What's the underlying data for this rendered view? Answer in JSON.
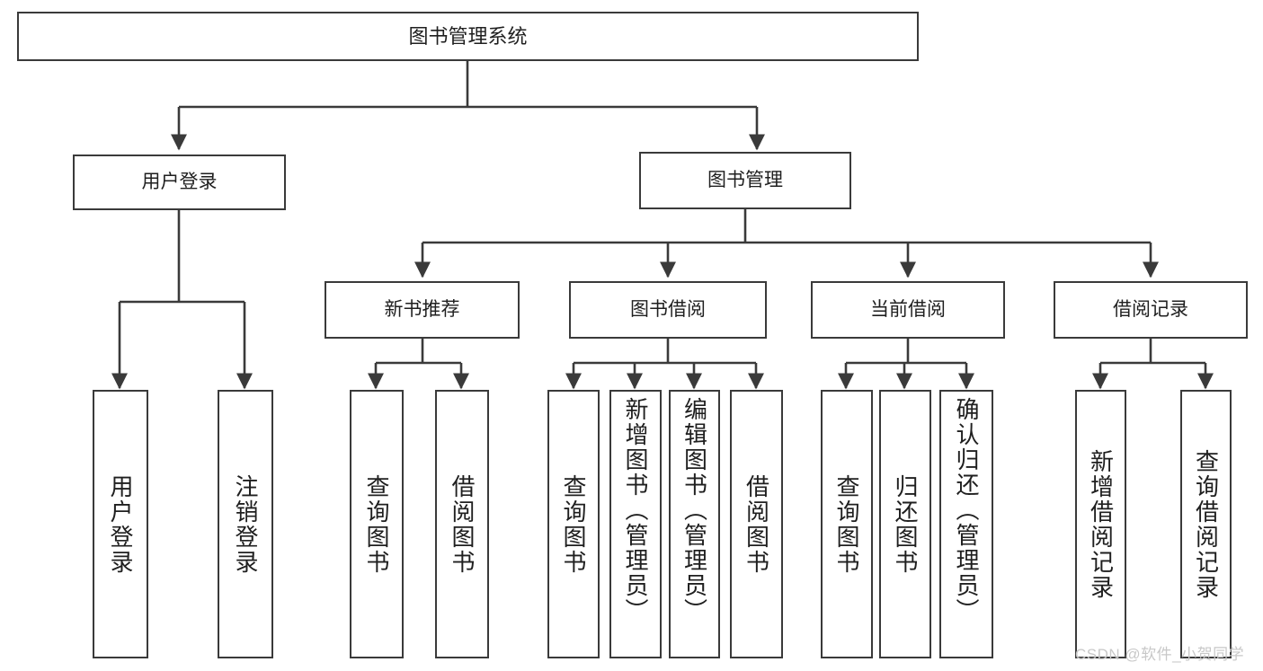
{
  "diagram": {
    "title": "图书管理系统",
    "type": "tree",
    "watermark": "CSDN @软件_小贺同学",
    "colors": {
      "stroke": "#3a3a3a",
      "fill": "#ffffff",
      "text": "#1f1f1f",
      "watermark": "#c8c8c8"
    },
    "levels": {
      "root": {
        "label": "图书管理系统"
      },
      "level1": [
        {
          "id": "user-login",
          "label": "用户登录"
        },
        {
          "id": "book-manage",
          "label": "图书管理"
        }
      ],
      "level2": [
        {
          "id": "new-book-recommend",
          "label": "新书推荐",
          "parent": "book-manage"
        },
        {
          "id": "book-borrow",
          "label": "图书借阅",
          "parent": "book-manage"
        },
        {
          "id": "current-borrow",
          "label": "当前借阅",
          "parent": "book-manage"
        },
        {
          "id": "borrow-record",
          "label": "借阅记录",
          "parent": "book-manage"
        }
      ],
      "leaves": [
        {
          "id": "leaf-user-login",
          "label": "用户登录",
          "parent": "user-login"
        },
        {
          "id": "leaf-logout",
          "label": "注销登录",
          "parent": "user-login"
        },
        {
          "id": "leaf-query-book-1",
          "label": "查询图书",
          "parent": "new-book-recommend"
        },
        {
          "id": "leaf-borrow-book-1",
          "label": "借阅图书",
          "parent": "new-book-recommend"
        },
        {
          "id": "leaf-query-book-2",
          "label": "查询图书",
          "parent": "book-borrow"
        },
        {
          "id": "leaf-add-book",
          "label": "新增图书（管理员）",
          "parent": "book-borrow"
        },
        {
          "id": "leaf-edit-book",
          "label": "编辑图书（管理员）",
          "parent": "book-borrow"
        },
        {
          "id": "leaf-borrow-book-2",
          "label": "借阅图书",
          "parent": "book-borrow"
        },
        {
          "id": "leaf-query-book-3",
          "label": "查询图书",
          "parent": "current-borrow"
        },
        {
          "id": "leaf-return-book",
          "label": "归还图书",
          "parent": "current-borrow"
        },
        {
          "id": "leaf-confirm-return",
          "label": "确认归还（管理员）",
          "parent": "current-borrow"
        },
        {
          "id": "leaf-add-record",
          "label": "新增借阅记录",
          "parent": "borrow-record"
        },
        {
          "id": "leaf-query-record",
          "label": "查询借阅记录",
          "parent": "borrow-record"
        }
      ]
    }
  }
}
